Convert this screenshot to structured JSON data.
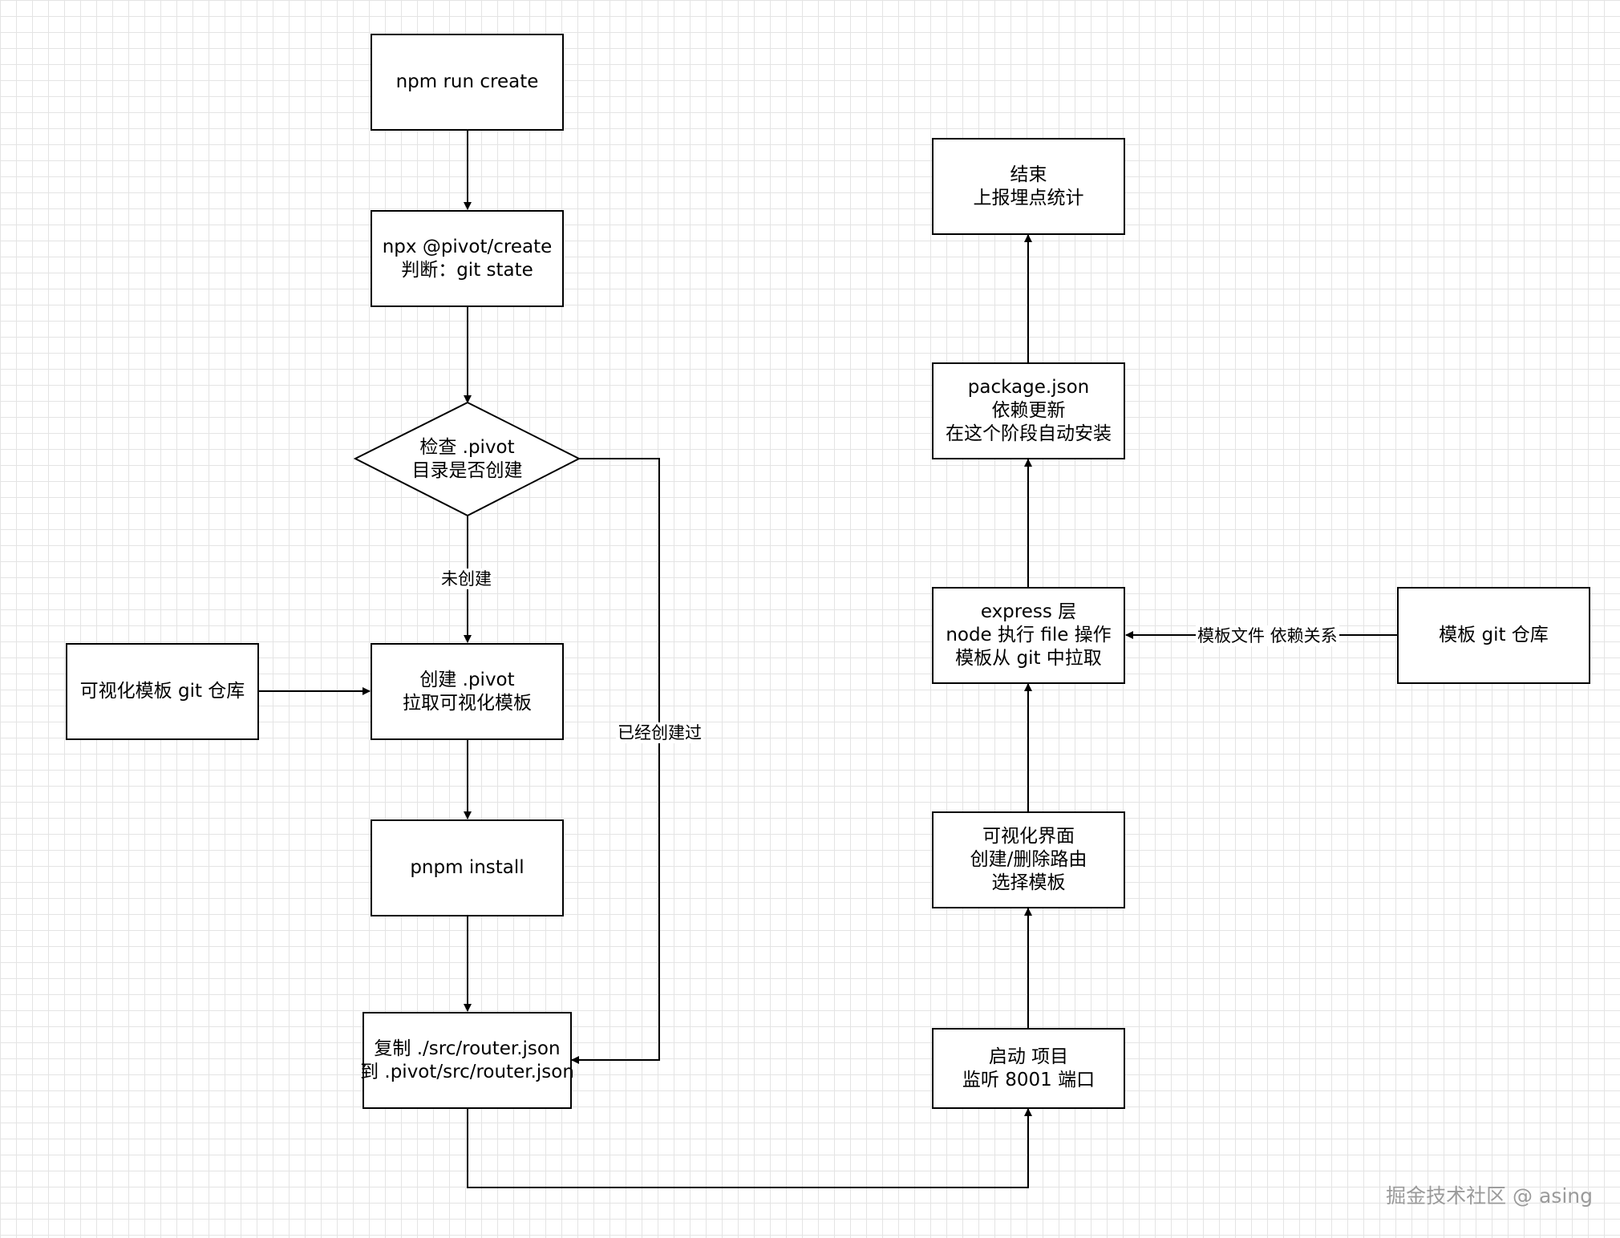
{
  "diagram": {
    "nodes": {
      "npm_run_create": {
        "lines": [
          "npm run create"
        ]
      },
      "npx_create": {
        "lines": [
          "npx @pivot/create",
          "判断：git state"
        ]
      },
      "check_pivot": {
        "lines": [
          "检查 .pivot",
          "目录是否创建"
        ]
      },
      "visual_template_repo": {
        "lines": [
          "可视化模板 git 仓库"
        ]
      },
      "create_pivot": {
        "lines": [
          "创建 .pivot",
          "拉取可视化模板"
        ]
      },
      "pnpm_install": {
        "lines": [
          "pnpm install"
        ]
      },
      "copy_router": {
        "lines": [
          "复制 ./src/router.json",
          "到 .pivot/src/router.json"
        ]
      },
      "start_project": {
        "lines": [
          "启动 项目",
          "监听 8001 端口"
        ]
      },
      "visual_ui": {
        "lines": [
          "可视化界面",
          "创建/删除路由",
          "选择模板"
        ]
      },
      "express_layer": {
        "lines": [
          "express 层",
          "node 执行 file 操作",
          "模板从 git 中拉取"
        ]
      },
      "template_repo": {
        "lines": [
          "模板 git 仓库"
        ]
      },
      "package_json": {
        "lines": [
          "package.json",
          "依赖更新",
          "在这个阶段自动安装"
        ]
      },
      "end": {
        "lines": [
          "结束",
          "上报埋点统计"
        ]
      }
    },
    "edge_labels": {
      "not_created": "未创建",
      "already_created": "已经创建过",
      "template_deps": "模板文件 依赖关系"
    }
  },
  "watermark": "掘金技术社区 @ asing"
}
